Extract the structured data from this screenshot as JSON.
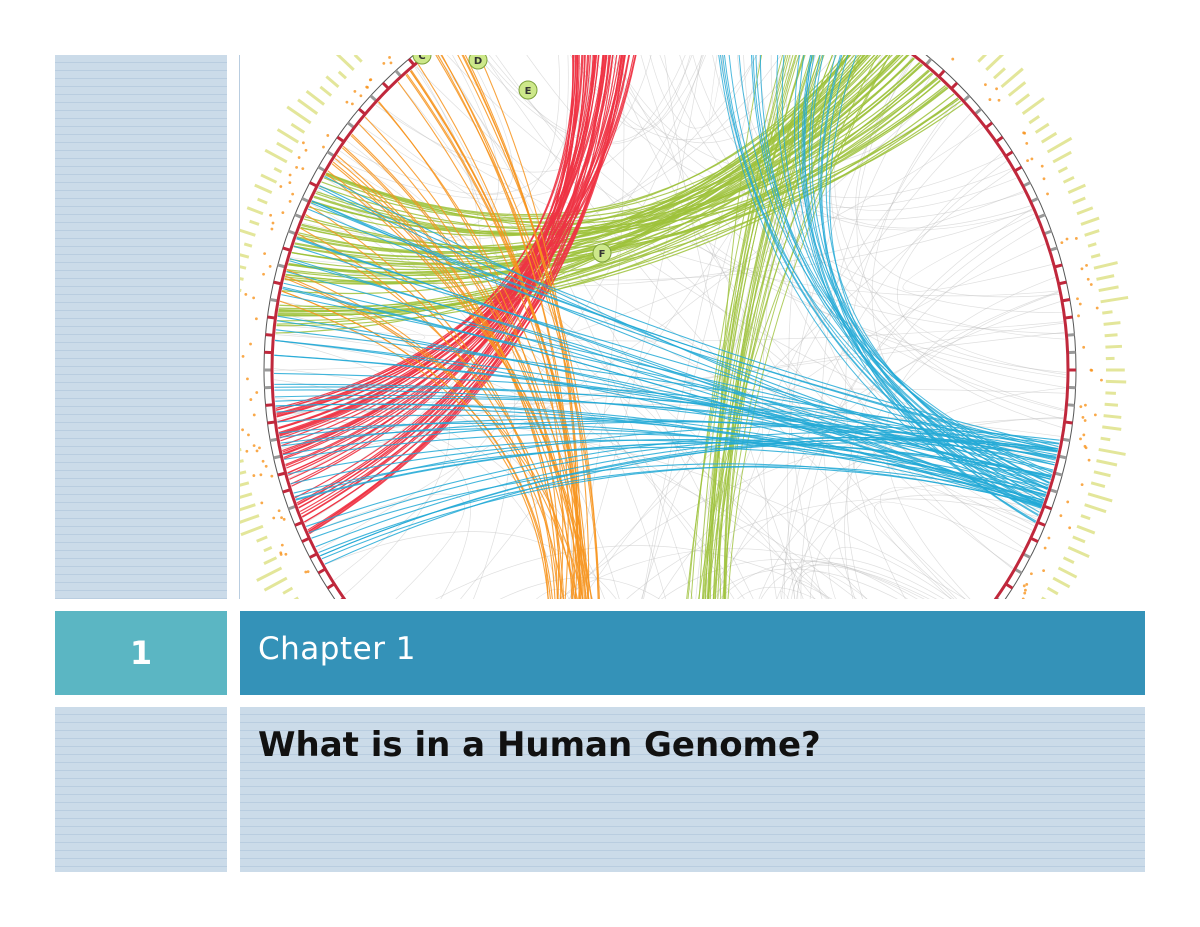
{
  "slide": {
    "number": "1",
    "chapter_label": "Chapter 1",
    "title": "What is in a Human Genome?"
  },
  "figure": {
    "markers": [
      "C",
      "D",
      "E",
      "F"
    ],
    "colors": {
      "red": "#ee3344",
      "orange": "#f7941d",
      "green": "#9dc23b",
      "blue": "#22a9d6",
      "gray": "#b8b8b8",
      "ring_yellow": "#e3e69a",
      "ring_red": "#c0283c"
    }
  }
}
